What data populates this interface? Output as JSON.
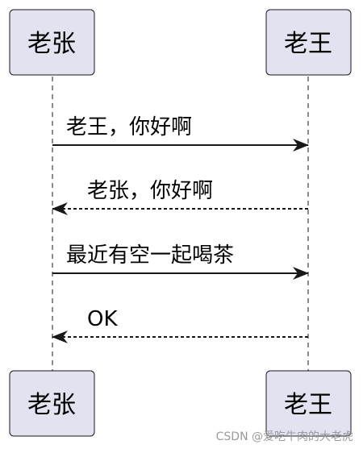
{
  "participants": {
    "left": "老张",
    "right": "老王"
  },
  "messages": [
    {
      "from": "老张",
      "to": "老王",
      "text": "老王，你好啊",
      "style": "solid"
    },
    {
      "from": "老王",
      "to": "老张",
      "text": "老张，你好啊",
      "style": "dashed"
    },
    {
      "from": "老张",
      "to": "老王",
      "text": "最近有空一起喝茶",
      "style": "solid"
    },
    {
      "from": "老王",
      "to": "老张",
      "text": "OK",
      "style": "dashed"
    }
  ],
  "colors": {
    "actor_fill": "#E2E2F0",
    "line": "#181818"
  },
  "watermark": "CSDN @爱吃牛肉的大老虎"
}
